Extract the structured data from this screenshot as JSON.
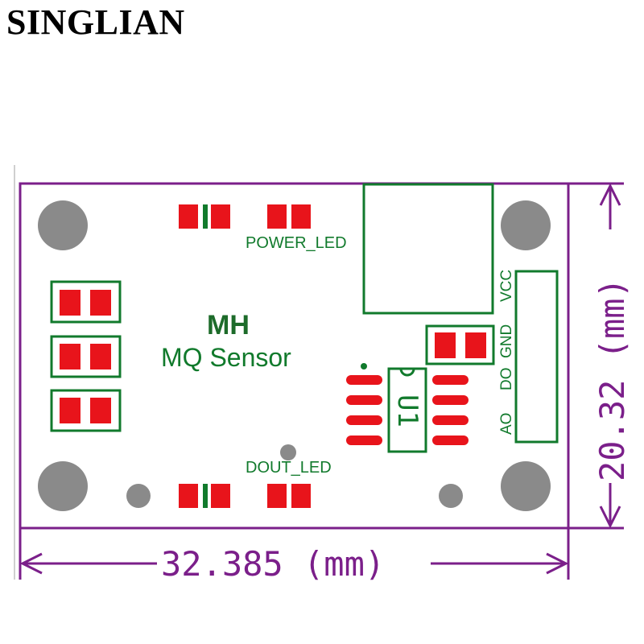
{
  "brand": "SINGLIAN",
  "board": {
    "title": "MH",
    "subtitle": "MQ Sensor",
    "power_led_label": "POWER_LED",
    "dout_led_label": "DOUT_LED",
    "chip_label": "U1",
    "pin_labels": [
      "AO",
      "DO",
      "GND",
      "VCC"
    ]
  },
  "dimensions": {
    "width_label": "32.385 (mm)",
    "height_label": "20.32 (mm)"
  },
  "colors": {
    "outline": "#7b1f8a",
    "silkscreen": "#117a2c",
    "pad": "#e8141b",
    "hole": "#8a8a8a",
    "text_dark": "#1d6b2a"
  }
}
